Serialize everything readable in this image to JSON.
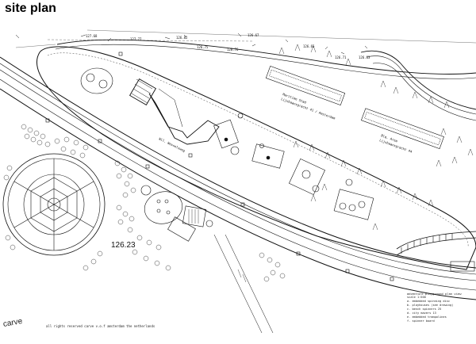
{
  "page": {
    "title": "site plan"
  },
  "elevations": {
    "e1": "127.68",
    "e2": "127.77",
    "e3": "126.82",
    "e4": "126.75",
    "e5": "126.67",
    "e6": "126.65",
    "e7": "126.71",
    "e8": "126.63",
    "e9": "126.76",
    "e10": "126.23"
  },
  "labels": {
    "maritime": "Maritime Stad",
    "maritime_sub": "Lijnbaansgracht 41 / Amsterdam",
    "blue_area": "Blq. Area",
    "blue_area_sub": "Lijnbaansgracht 44",
    "road": "Wil. Wesselsweg"
  },
  "legend": {
    "title": "adventure playground plan view",
    "subtitle": "scale 1:500",
    "items": [
      "a. embedded spinning disc",
      "b. playhouses (see drawing)",
      "c. bench spinners 25",
      "d. city mazers 13",
      "e. embedded trampolines",
      "f. spinner board"
    ]
  },
  "branding": {
    "logo": "carve"
  },
  "footer": {
    "text": "all rights reserved carve v.o.f amsterdam the netherlands"
  }
}
